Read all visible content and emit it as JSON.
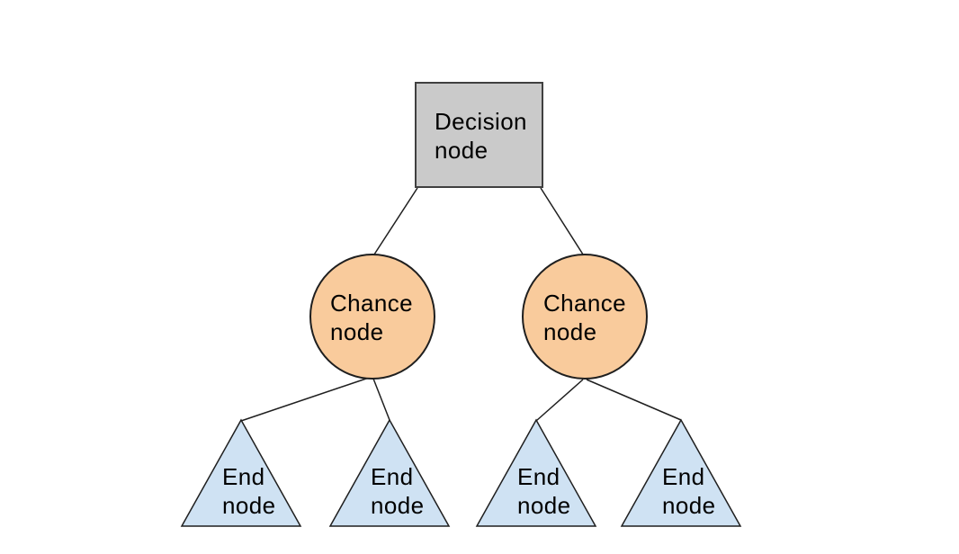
{
  "diagram": {
    "type": "decision-tree",
    "background": "#ffffff",
    "colors": {
      "decision_fill": "#cacaca",
      "decision_stroke": "#404040",
      "chance_fill": "#f9cb9c",
      "end_fill": "#cfe2f3",
      "shape_stroke": "#1f1f1f",
      "edge_stroke": "#1f1f1f",
      "text": "#000000"
    },
    "nodes": {
      "decision": {
        "label": "Decision node",
        "shape": "square"
      },
      "chance_left": {
        "label": "Chance node",
        "shape": "circle"
      },
      "chance_right": {
        "label": "Chance node",
        "shape": "circle"
      },
      "end_1": {
        "label": "End node",
        "shape": "triangle"
      },
      "end_2": {
        "label": "End node",
        "shape": "triangle"
      },
      "end_3": {
        "label": "End node",
        "shape": "triangle"
      },
      "end_4": {
        "label": "End node",
        "shape": "triangle"
      }
    },
    "edges": [
      {
        "from": "decision",
        "to": "chance_left"
      },
      {
        "from": "decision",
        "to": "chance_right"
      },
      {
        "from": "chance_left",
        "to": "end_1"
      },
      {
        "from": "chance_left",
        "to": "end_2"
      },
      {
        "from": "chance_right",
        "to": "end_3"
      },
      {
        "from": "chance_right",
        "to": "end_4"
      }
    ]
  }
}
